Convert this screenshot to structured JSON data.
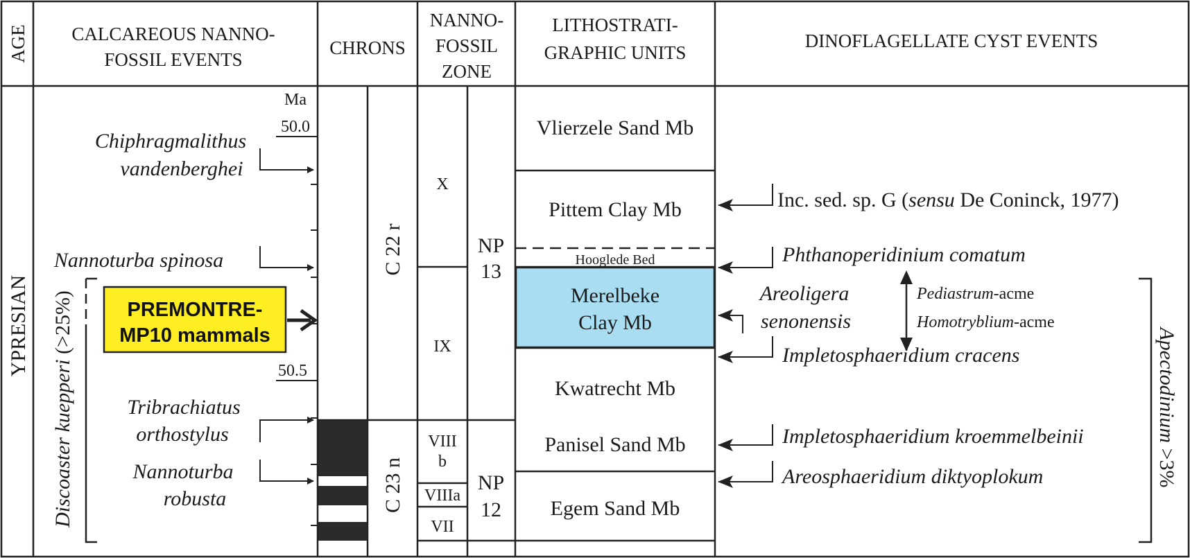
{
  "headers": {
    "age": "AGE",
    "calc_line1": "CALCAREOUS NANNO-",
    "calc_line2": "FOSSIL EVENTS",
    "chrons": "CHRONS",
    "nanno_line1": "NANNO-",
    "nanno_line2": "FOSSIL",
    "nanno_line3": "ZONE",
    "litho_line1": "LITHOSTRATI-",
    "litho_line2": "GRAPHIC UNITS",
    "dino": "DINOFLAGELLATE CYST EVENTS"
  },
  "age_label": "YPRESIAN",
  "time_scale": {
    "unit": "Ma",
    "top": "50.0",
    "bottom": "50.5"
  },
  "nanno_events": [
    {
      "line1": "Chiphragmalithus",
      "line2": "vandenberghei"
    },
    {
      "line1": "Nannoturba spinosa",
      "line2": ""
    },
    {
      "line1": "Tribrachiatus",
      "line2": "orthostylus"
    },
    {
      "line1": "Nannoturba",
      "line2": "robusta"
    }
  ],
  "discoaster": {
    "name": "Discoaster kuepperi",
    "suffix": " (>25%)"
  },
  "premontre": {
    "line1": "PREMONTRE-",
    "line2": "MP10 mammals",
    "fill": "#FFEE22"
  },
  "chrons": {
    "upper": "C 22 r",
    "lower": "C 23 n"
  },
  "zones": {
    "x": "X",
    "ix": "IX",
    "viii": "VIII",
    "viiib": "b",
    "viiia": "VIIIa",
    "vii": "VII"
  },
  "np_zones": [
    {
      "line1": "NP",
      "line2": "13"
    },
    {
      "line1": "NP",
      "line2": "12"
    }
  ],
  "litho_units": {
    "vlierzele": "Vlierzele Sand Mb",
    "pittem": "Pittem Clay Mb",
    "hooglede": "Hooglede Bed",
    "merelbeke_line1": "Merelbeke",
    "merelbeke_line2": "Clay Mb",
    "merelbeke_fill": "#A8DDF2",
    "kwatrecht": "Kwatrecht Mb",
    "panisel": "Panisel Sand Mb",
    "egem": "Egem Sand Mb"
  },
  "dino_events": {
    "inc_pre": "Inc. sed. sp. G (",
    "inc_it": "sensu",
    "inc_post": " De Coninck, 1977)",
    "phthano": "Phthanoperidinium comatum",
    "areoligera_line1": "Areoligera",
    "areoligera_line2": "senonensis",
    "pedia_it": "Pediastrum",
    "pedia_rest": "-acme",
    "homo_it": "Homotryblium",
    "homo_rest": "-acme",
    "cracens": "Impletosphaeridium cracens",
    "kroemmel": "Impletosphaeridium kroemmelbeinii",
    "diktyo": "Areosphaeridium diktyoplokum"
  },
  "apectodinium": {
    "name": "Apectodinium",
    "suffix": " >3%"
  }
}
